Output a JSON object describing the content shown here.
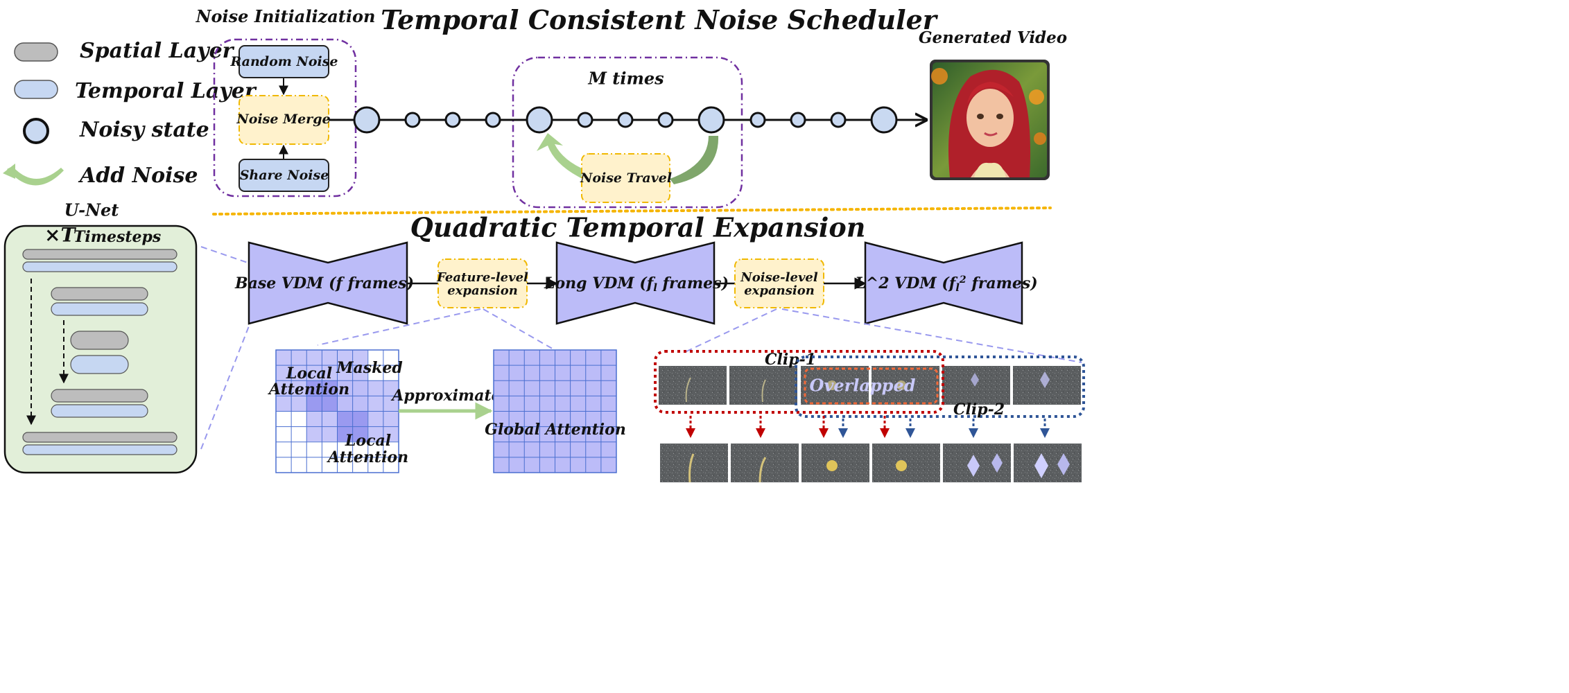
{
  "legend": {
    "spatial_layer": "Spatial Layer",
    "temporal_layer": "Temporal Layer",
    "noisy_state": "Noisy state",
    "add_noise": "Add Noise"
  },
  "scheduler": {
    "title": "Temporal Consistent Noise Scheduler",
    "noise_init_title": "Noise Initialization",
    "random_noise": "Random Noise",
    "noise_merge": "Noise Merge",
    "share_noise": "Share Noise",
    "m_times": "M times",
    "noise_travel": "Noise Travel",
    "generated_video": "Generated Video"
  },
  "unet": {
    "title": "U-Net",
    "times_symbol": "×T",
    "timesteps": "Timesteps"
  },
  "expansion": {
    "title": "Quadratic Temporal Expansion",
    "base_vdm": "Base VDM (f  frames)",
    "feature_expansion_line1": "Feature-level",
    "feature_expansion_line2": "expansion",
    "long_vdm_prefix": "Long VDM (",
    "long_vdm_f": "f",
    "long_vdm_sub": "l",
    "long_vdm_suffix": " frames)",
    "noise_expansion_line1": "Noise-level",
    "noise_expansion_line2": "expansion",
    "l2_vdm_prefix": "L^2 VDM (",
    "l2_vdm_f": "f",
    "l2_vdm_sub": "l",
    "l2_vdm_sup": "2",
    "l2_vdm_suffix": " frames)"
  },
  "attention": {
    "local_attention_1a": "Local",
    "local_attention_1b": "Attention",
    "masked": "Masked",
    "local_attention_2a": "Local",
    "local_attention_2b": "Attention",
    "approximate": "Approximate",
    "global_attention": "Global Attention"
  },
  "clips": {
    "clip1": "Clip-1",
    "clip2": "Clip-2",
    "overlapped": "Overlapped"
  },
  "colors": {
    "spatial_gray": "#bdbdbd",
    "temporal_blue": "#c6d7f2",
    "state_blue": "#c9d9f1",
    "vdm_purple": "#bcbcf8",
    "expansion_yellow": "#fff2cc",
    "expansion_border": "#f0b800",
    "init_purple": "#7030a0",
    "unet_green": "#e2efd9",
    "add_noise_green": "#a9d18e",
    "dashed_link": "#9999ee",
    "clip1_red": "#c00000",
    "clip2_blue": "#2f5597",
    "separator_orange": "#f5b400"
  }
}
